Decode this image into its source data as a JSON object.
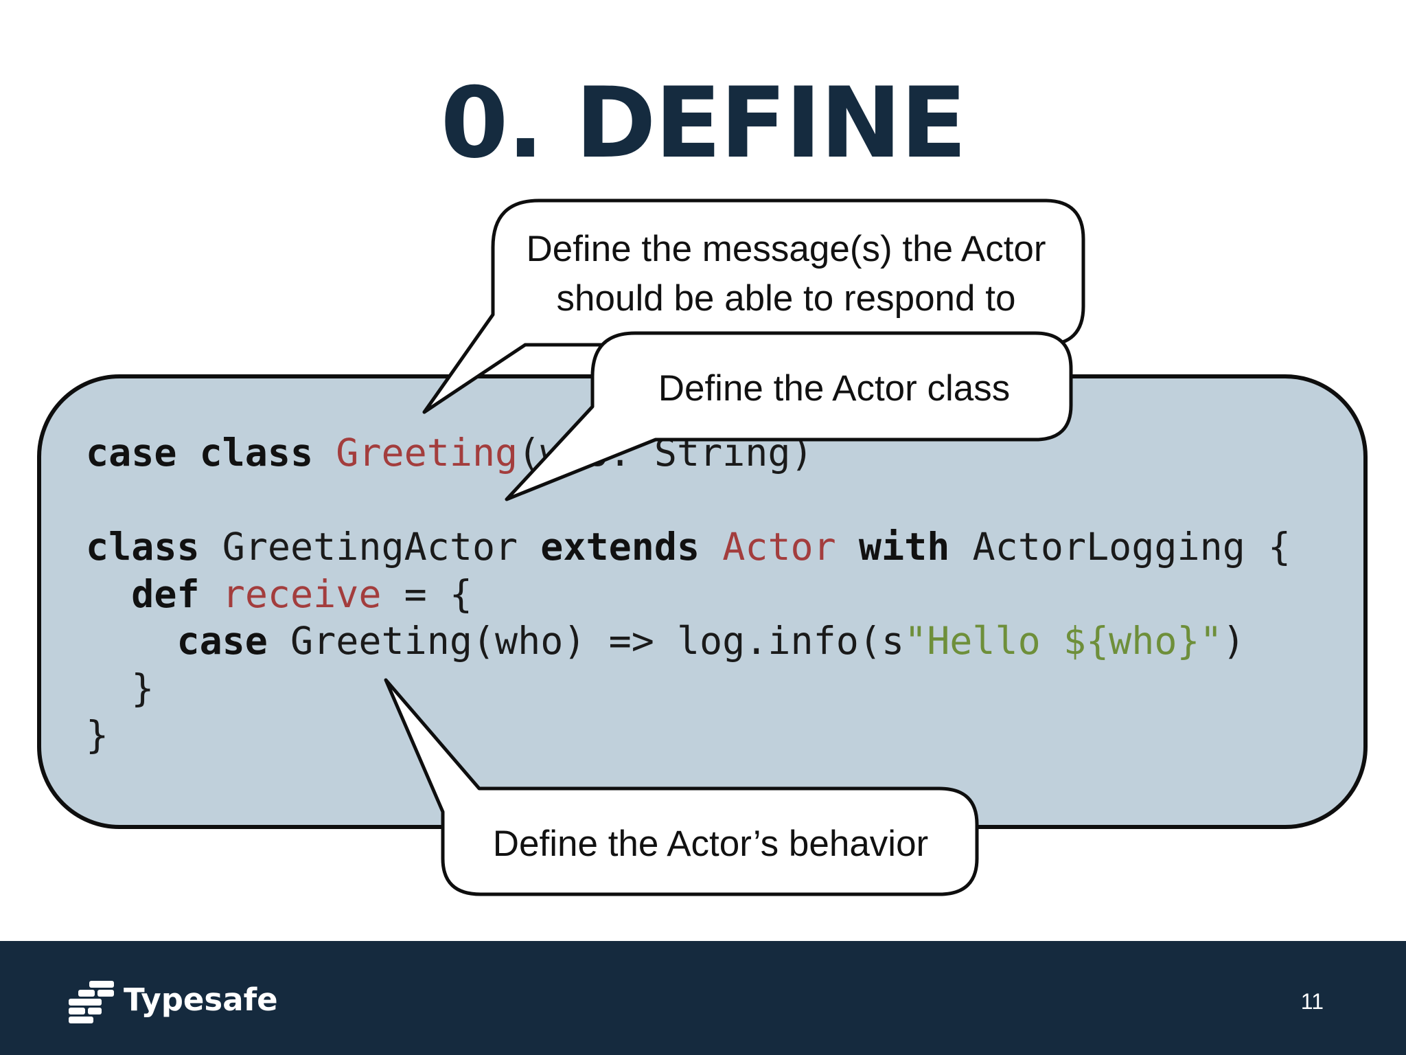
{
  "slide": {
    "title": "0. DEFINE",
    "page_number": "11"
  },
  "brand": {
    "name": "Typesafe",
    "logo_icon": "typesafe-logo-icon"
  },
  "code": {
    "line1": {
      "kw": "case class",
      "type": "Greeting",
      "rest": "(who: String)"
    },
    "line2": {
      "kw1": "class",
      "name": "GreetingActor",
      "kw2": "extends",
      "type": "Actor",
      "kw3": "with",
      "rest": "ActorLogging {"
    },
    "line3": {
      "kw": "def",
      "type": "receive",
      "rest": "= {"
    },
    "line4": {
      "kw": "case",
      "rest": "Greeting(who) => log.info(s",
      "str": "\"Hello ${who}\"",
      "close": ")"
    },
    "line5": "}",
    "line6": "}"
  },
  "callouts": {
    "message_line1": "Define the message(s) the Actor",
    "message_line2": "should be able to respond to",
    "actor_class": "Define the Actor class",
    "behavior": "Define the Actor’s behavior"
  },
  "colors": {
    "title": "#152b3f",
    "code_panel_bg": "#c0d0db",
    "keyword": "#111111",
    "type_highlight": "#a33d3d",
    "string_literal": "#6e8f3a",
    "footer_bg": "#152a3e"
  }
}
